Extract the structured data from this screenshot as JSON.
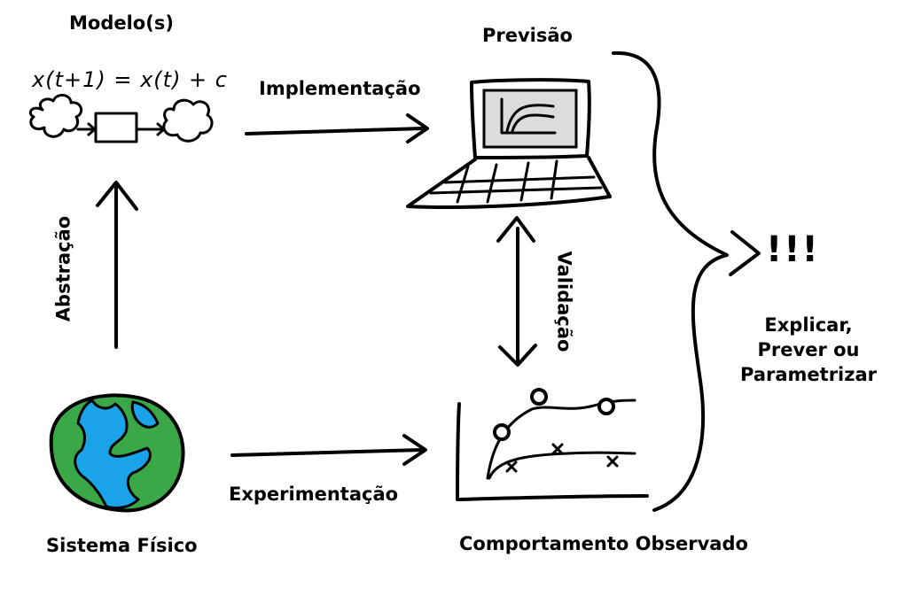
{
  "labels": {
    "models": "Modelo(s)",
    "equation": "x(t+1) = x(t) + c",
    "prediction": "Previsão",
    "implementation": "Implementação",
    "abstraction": "Abstração",
    "validation": "Validação",
    "physical_system": "Sistema Físico",
    "experimentation": "Experimentação",
    "observed_behavior": "Comportamento Observado",
    "exclamation": "!!!",
    "outcome": [
      "Explicar,",
      "Prever ou",
      "Parametrizar"
    ]
  },
  "colors": {
    "ink": "#000000",
    "earth_land": "#3aa847",
    "earth_water": "#1aa3e8",
    "screen_fill": "#dcdcdc",
    "background": "#ffffff"
  },
  "icons": {
    "models_diagram": "cloud-box-cloud-diagram",
    "computer": "laptop-icon",
    "earth": "globe-icon",
    "observation_plot": "sketch-plot-icon"
  }
}
